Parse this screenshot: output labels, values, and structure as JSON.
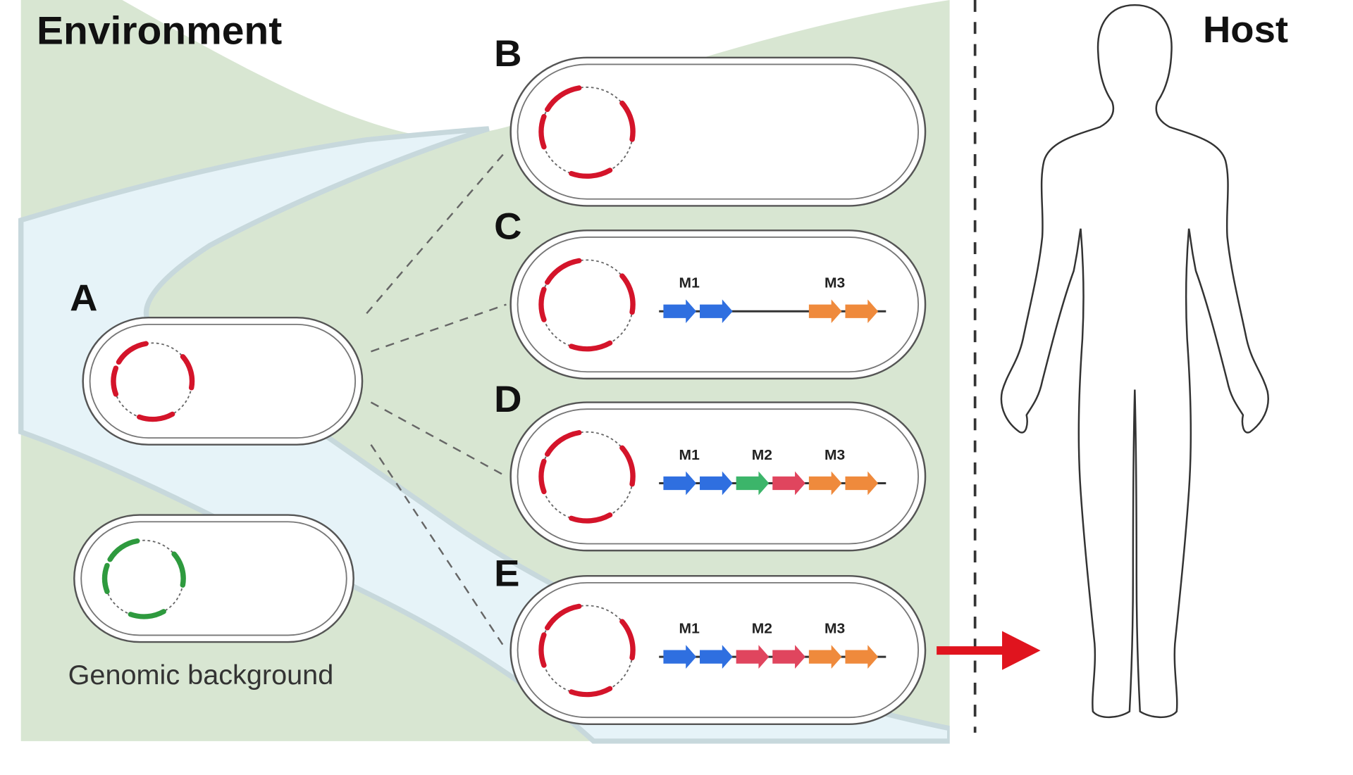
{
  "title_left": "Environment",
  "title_right": "Host",
  "caption": "Genomic background",
  "colors": {
    "land": "#d8e6d2",
    "water": "#e6f3f8",
    "water_edge": "#c7d8dc",
    "plasmid_red": "#d4142a",
    "plasmid_green": "#2e9a3e",
    "backbone": "#333333",
    "module_blue": "#2f6fe0",
    "module_green": "#3cb56a",
    "module_red": "#e0455e",
    "module_orange": "#ef8a3c",
    "transfer_arrow": "#e0141e",
    "divider": "#333333"
  },
  "cells": [
    {
      "id": "A",
      "label": "A",
      "plasmid": "red",
      "modules": []
    },
    {
      "id": "genomic",
      "label": "",
      "plasmid": "green",
      "modules": []
    },
    {
      "id": "B",
      "label": "B",
      "plasmid": "red",
      "modules": []
    },
    {
      "id": "C",
      "label": "C",
      "plasmid": "red",
      "module_labels": [
        {
          "text": "M1",
          "slot": 0.5
        },
        {
          "text": "M3",
          "slot": 4.5
        }
      ],
      "modules": [
        "blue",
        "blue",
        null,
        null,
        "orange",
        "orange"
      ]
    },
    {
      "id": "D",
      "label": "D",
      "plasmid": "red",
      "module_labels": [
        {
          "text": "M1",
          "slot": 0.5
        },
        {
          "text": "M2",
          "slot": 2.5
        },
        {
          "text": "M3",
          "slot": 4.5
        }
      ],
      "modules": [
        "blue",
        "blue",
        "green",
        "red",
        "orange",
        "orange"
      ]
    },
    {
      "id": "E",
      "label": "E",
      "plasmid": "red",
      "module_labels": [
        {
          "text": "M1",
          "slot": 0.5
        },
        {
          "text": "M2",
          "slot": 2.5
        },
        {
          "text": "M3",
          "slot": 4.5
        }
      ],
      "modules": [
        "blue",
        "blue",
        "red",
        "red",
        "orange",
        "orange"
      ]
    }
  ],
  "connections": [
    {
      "from": "A",
      "to": "B"
    },
    {
      "from": "A",
      "to": "C"
    },
    {
      "from": "A",
      "to": "D"
    },
    {
      "from": "A",
      "to": "E"
    }
  ],
  "transfer": {
    "from": "E",
    "to": "host"
  }
}
